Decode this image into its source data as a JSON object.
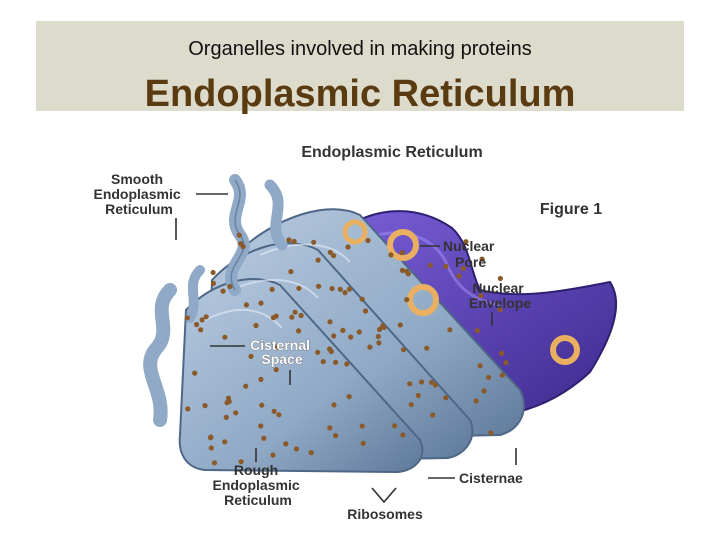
{
  "header": {
    "subtitle": "Organelles involved in making proteins",
    "title": "Endoplasmic Reticulum"
  },
  "figure": {
    "title": "Endoplasmic Reticulum",
    "figure_label": "Figure 1",
    "labels": {
      "smooth_er": [
        "Smooth",
        "Endoplasmic",
        "Reticulum"
      ],
      "nuclear_pore": [
        "Nuclear",
        "Pore"
      ],
      "nuclear_envelope": [
        "Nuclear",
        "Envelope"
      ],
      "cisternal_space": [
        "Cisternal",
        "Space"
      ],
      "rough_er": [
        "Rough",
        "Endoplasmic",
        "Reticulum"
      ],
      "cisternae": "Cisternae",
      "ribosomes": "Ribosomes"
    }
  },
  "colors": {
    "header_bg": "#dddbcc",
    "title": "#5a3a10",
    "er_blue": "#8fa9c6",
    "er_dark": "#5f7a99",
    "nucleus_purple": "#5a3fb0",
    "ribosome": "#8a5a2b",
    "pore": "#e8b060"
  }
}
